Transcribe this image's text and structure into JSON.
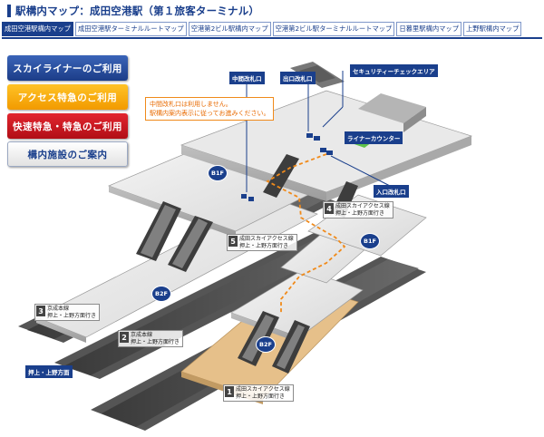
{
  "header": {
    "title": "駅構内マップ：成田空港駅（第１旅客ターミナル）"
  },
  "tabs": [
    {
      "label": "成田空港駅構内マップ",
      "active": true
    },
    {
      "label": "成田空港駅ターミナルルートマップ",
      "active": false
    },
    {
      "label": "空港第2ビル駅構内マップ",
      "active": false
    },
    {
      "label": "空港第2ビル駅ターミナルルートマップ",
      "active": false
    },
    {
      "label": "日暮里駅構内マップ",
      "active": false
    },
    {
      "label": "上野駅構内マップ",
      "active": false
    }
  ],
  "service_buttons": {
    "skyliner": "スカイライナーのご利用",
    "access": "アクセス特急のご利用",
    "rapid": "快速特急・特急のご利用",
    "facility": "構内施設のご案内"
  },
  "labels": {
    "middle_gate": "中間改札口",
    "exit_gate": "出口改札口",
    "security": "セキュリティーチェックエリア",
    "liner_counter": "ライナーカウンター",
    "entrance_gate": "入口改札口",
    "oshiage": "押上・上野方面"
  },
  "notice": {
    "line1": "中間改札口は利用しません。",
    "line2": "駅構内案内表示に従ってお進みください。"
  },
  "floors": {
    "b1f_a": "B1F",
    "b1f_b": "B1F",
    "b2f_a": "B2F",
    "b2f_b": "B2F"
  },
  "platforms": [
    {
      "num": "1",
      "line1": "成田スカイアクセス線",
      "line2": "押上・上野方面行き"
    },
    {
      "num": "2",
      "line1": "京成本線",
      "line2": "押上・上野方面行き"
    },
    {
      "num": "3",
      "line1": "京成本線",
      "line2": "押上・上野方面行き"
    },
    {
      "num": "4",
      "line1": "成田スカイアクセス線",
      "line2": "押上・上野方面行き"
    },
    {
      "num": "5",
      "line1": "成田スカイアクセス線",
      "line2": "押上・上野方面行き"
    }
  ],
  "colors": {
    "brand": "#1a3f8c",
    "route": "#f08a1a",
    "counter": "#5fc24a",
    "access": "#f29a00",
    "rapid": "#c8141c"
  }
}
